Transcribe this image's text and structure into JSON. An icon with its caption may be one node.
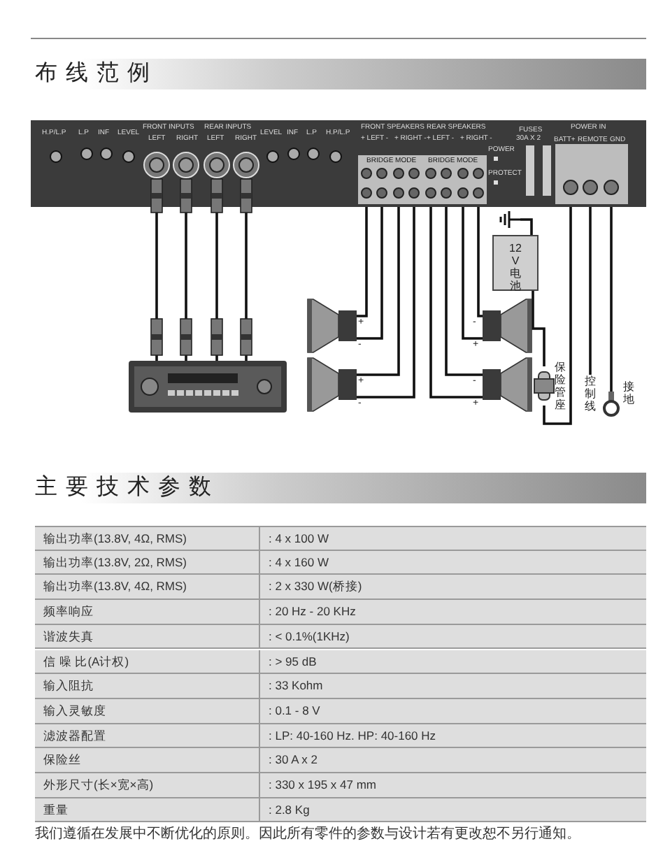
{
  "diagram": {
    "nodes": [
      {
        "text": [
          "H.P/L.P",
          "L.P",
          "INF",
          "LEVEL",
          "FRONT INPUTS",
          "LEFT",
          "RIGHT",
          "REAR INPUTS",
          "LEFT",
          "RIGHT",
          "LEVEL",
          "INF",
          "L.P",
          "H.P/L.P",
          "FRONT SPEAKERS",
          "+ LEFT -",
          "+ RIGHT -",
          "REAR SPEAKERS",
          "+ LEFT -",
          "+ RIGHT -",
          "POWER",
          "PROTECT",
          "FUSES",
          "30A X 2",
          "POWER IN",
          "BATT+",
          "REMOTE",
          "GND",
          "BRIDGE MODE",
          "BRIDGE MODE"
        ]
      },
      {
        "text": [],
        "shape": "radio"
      },
      {
        "text": [],
        "shape": "speaker",
        "beside": [
          "+",
          "-"
        ]
      },
      {
        "text": [],
        "shape": "speaker",
        "beside": [
          "-",
          "+"
        ]
      },
      {
        "text": [],
        "shape": "speaker",
        "beside": [
          "+",
          "-"
        ]
      },
      {
        "text": [],
        "shape": "speaker",
        "beside": [
          "-",
          "+"
        ]
      },
      {
        "text": [],
        "shape": "ground"
      },
      {
        "text": [
          "12V电池"
        ]
      },
      {
        "text": [],
        "shape": "fuse",
        "beside": [
          "保险管座"
        ]
      },
      {
        "text": [
          "控制线"
        ]
      },
      {
        "text": [],
        "shape": "terminal",
        "beside": [
          "接地"
        ]
      }
    ],
    "edges": [
      {
        "from": 0,
        "to": 1,
        "arrow": "none"
      },
      {
        "from": 0,
        "to": 1,
        "arrow": "none"
      },
      {
        "from": 0,
        "to": 1,
        "arrow": "none"
      },
      {
        "from": 0,
        "to": 1,
        "arrow": "none"
      },
      {
        "from": 0,
        "to": 2,
        "arrow": "none"
      },
      {
        "from": 0,
        "to": 2,
        "arrow": "none"
      },
      {
        "from": 0,
        "to": 3,
        "arrow": "none"
      },
      {
        "from": 0,
        "to": 3,
        "arrow": "none"
      },
      {
        "from": 0,
        "to": 4,
        "arrow": "none"
      },
      {
        "from": 0,
        "to": 4,
        "arrow": "none"
      },
      {
        "from": 0,
        "to": 5,
        "arrow": "none"
      },
      {
        "from": 0,
        "to": 5,
        "arrow": "none"
      },
      {
        "from": 7,
        "to": 6,
        "arrow": "none"
      },
      {
        "from": 7,
        "to": 8,
        "arrow": "none"
      },
      {
        "from": 8,
        "to": 0,
        "arrow": "none"
      },
      {
        "from": 0,
        "to": 9,
        "arrow": "none"
      },
      {
        "from": 0,
        "to": 10,
        "arrow": "none"
      }
    ],
    "labels": [
      "布线范例",
      "主要技术参数",
      "输出功率(13.8V, 4Ω, RMS)",
      ": 4 x 100 W",
      "输出功率(13.8V, 2Ω, RMS)",
      ": 4 x 160 W",
      "输出功率(13.8V, 4Ω, RMS)",
      ": 2 x 330 W(桥接)",
      "频率响应",
      ": 20 Hz - 20 KHz",
      "谐波失真",
      ": < 0.1%(1KHz)",
      "信 噪 比(A计权)",
      ": > 95 dB",
      "输入阻抗",
      ": 33 Kohm",
      "输入灵敏度",
      ": 0.1 - 8 V",
      "滤波器配置",
      ": LP: 40-160 Hz. HP: 40-160 Hz",
      "保险丝",
      ": 30 A x 2",
      "外形尺寸(长×宽×高)",
      ": 330 x 195 x 47 mm",
      "重量",
      ": 2.8 Kg",
      "我们遵循在发展中不断优化的原则。因此所有零件的参数与设计若有更改恕不另行通知。"
    ]
  }
}
